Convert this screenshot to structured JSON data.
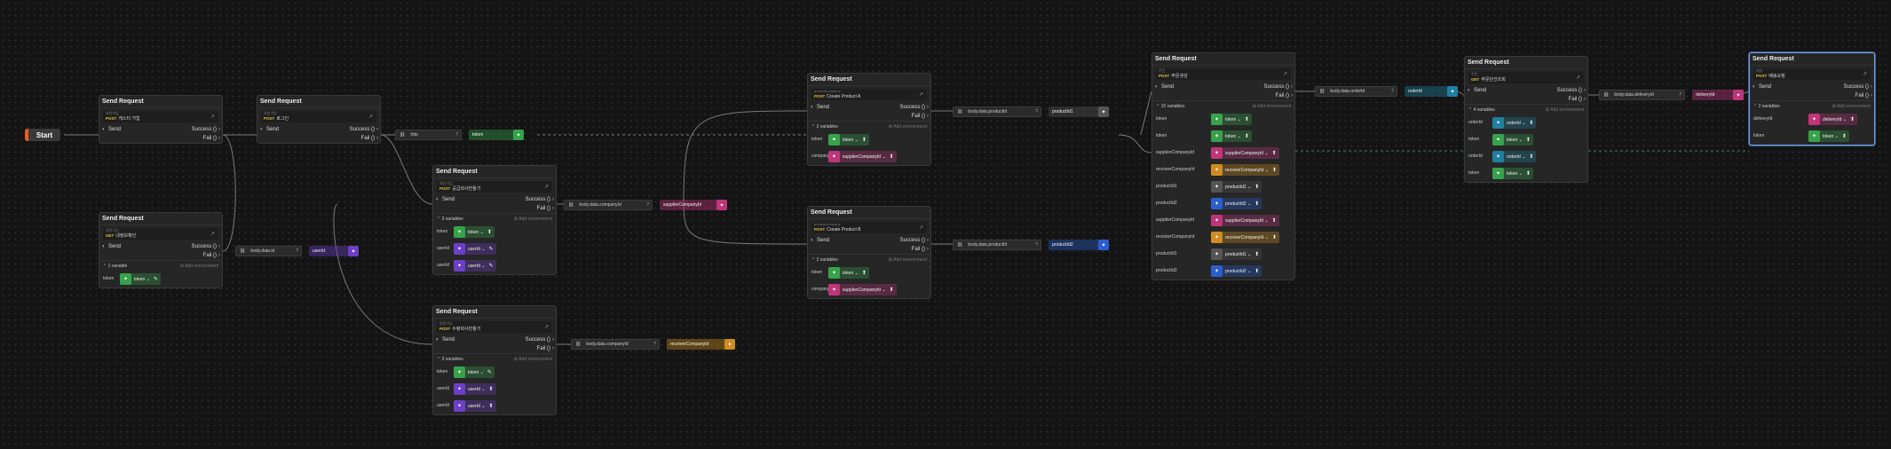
{
  "palette": {
    "green": "#37a24b",
    "purple": "#6c3fc6",
    "pink": "#c0357a",
    "orange": "#d08c1f",
    "teal": "#1f7fa0",
    "blue": "#2b5ed0",
    "gray": "#555555",
    "wire": "#7a7a7a",
    "wire_dash": "#4a7a66",
    "sel": "#7a9fe0"
  },
  "labels": {
    "send": "Send",
    "success": "Success",
    "fail": "Fail",
    "start": "Start",
    "add_env": "Add environment",
    "title": "Send Request"
  },
  "icons": {
    "node_icon": "rocket-icon",
    "link": "link-icon",
    "pin": "pin-icon",
    "edit": "pencil-icon"
  },
  "nodes": [
    {
      "id": "n1",
      "title": "Send Request",
      "group": "회원가입",
      "method": "POST",
      "name": "게스터 가입",
      "vars_label": "",
      "vars": []
    },
    {
      "id": "n2",
      "title": "Send Request",
      "group": "회원가입",
      "method": "POST",
      "name": "로그인",
      "vars_label": "",
      "vars": []
    },
    {
      "id": "n3",
      "title": "Send Request",
      "group": "회원가입",
      "method": "GET",
      "name": "내정보확인",
      "vars_label": "1 variable",
      "vars": [
        {
          "name": "token",
          "value": "token",
          "color": "green",
          "pin": "edit"
        }
      ]
    },
    {
      "id": "n4",
      "title": "Send Request",
      "group": "회원가입",
      "method": "POST",
      "name": "공급회사만들기",
      "vars_label": "3 variables",
      "vars": [
        {
          "name": "token",
          "value": "token",
          "color": "green",
          "pin": "pin"
        },
        {
          "name": "userId",
          "value": "userId",
          "color": "purple",
          "pin": "edit"
        },
        {
          "name": "userId",
          "value": "userId",
          "color": "purple",
          "pin": "edit"
        }
      ]
    },
    {
      "id": "n5",
      "title": "Send Request",
      "group": "회원가입",
      "method": "POST",
      "name": "수령회사만들기",
      "vars_label": "3 variables",
      "vars": [
        {
          "name": "token",
          "value": "token",
          "color": "green",
          "pin": "edit"
        },
        {
          "name": "userId",
          "value": "userId",
          "color": "purple",
          "pin": "pin"
        },
        {
          "name": "userId",
          "value": "userId",
          "color": "purple",
          "pin": "pin"
        }
      ]
    },
    {
      "id": "n6",
      "title": "Send Request",
      "group": "productcompany",
      "method": "POST",
      "name": "Create Product A",
      "vars_label": "2 variables",
      "vars": [
        {
          "name": "token",
          "value": "token",
          "color": "green",
          "pin": "pin"
        },
        {
          "name": "companyId",
          "value": "supplierCompanyId",
          "color": "pink",
          "pin": "pin"
        }
      ]
    },
    {
      "id": "n7",
      "title": "Send Request",
      "group": "productcompany",
      "method": "POST",
      "name": "Create Product B",
      "vars_label": "2 variables",
      "vars": [
        {
          "name": "token",
          "value": "token",
          "color": "green",
          "pin": "pin"
        },
        {
          "name": "companyId",
          "value": "supplierCompanyId",
          "color": "pink",
          "pin": "pin"
        }
      ]
    },
    {
      "id": "n8",
      "title": "Send Request",
      "group": "주문",
      "method": "POST",
      "name": "주문생성",
      "vars_label": "10 variables",
      "vars": [
        {
          "name": "token",
          "value": "token",
          "color": "green",
          "pin": "pin"
        },
        {
          "name": "token",
          "value": "token",
          "color": "green",
          "pin": "pin"
        },
        {
          "name": "supplierCompanyId",
          "value": "supplierCompanyId",
          "color": "pink",
          "pin": "pin"
        },
        {
          "name": "receiverCompanyId",
          "value": "receiverCompanyId",
          "color": "orange",
          "pin": "pin"
        },
        {
          "name": "productId1",
          "value": "productId1",
          "color": "gray",
          "pin": "pin"
        },
        {
          "name": "productId2",
          "value": "productId2",
          "color": "blue",
          "pin": "pin"
        },
        {
          "name": "supplierCompanyId",
          "value": "supplierCompanyId",
          "color": "pink",
          "pin": "pin"
        },
        {
          "name": "receiverCompanyId",
          "value": "receiverCompanyId",
          "color": "orange",
          "pin": "pin"
        },
        {
          "name": "productId1",
          "value": "productId1",
          "color": "gray",
          "pin": "pin"
        },
        {
          "name": "productId2",
          "value": "productId2",
          "color": "blue",
          "pin": "pin"
        }
      ]
    },
    {
      "id": "n9",
      "title": "Send Request",
      "group": "주문",
      "method": "GET",
      "name": "주문단건조회",
      "vars_label": "4 variables",
      "vars": [
        {
          "name": "orderId",
          "value": "orderId",
          "color": "teal",
          "pin": "pin"
        },
        {
          "name": "token",
          "value": "token",
          "color": "green",
          "pin": "pin"
        },
        {
          "name": "orderId",
          "value": "orderId",
          "color": "teal",
          "pin": "pin"
        },
        {
          "name": "token",
          "value": "token",
          "color": "green",
          "pin": "pin"
        }
      ]
    },
    {
      "id": "n10",
      "title": "Send Request",
      "group": "배송",
      "method": "POST",
      "name": "배송요청",
      "vars_label": "2 variables",
      "vars": [
        {
          "name": "deliveryId",
          "value": "deliveryId",
          "color": "pink",
          "pin": "pin"
        },
        {
          "name": "token",
          "value": "token",
          "color": "green",
          "pin": "pin"
        }
      ]
    }
  ],
  "extractions": [
    {
      "id": "e1",
      "path": "http",
      "var": "token",
      "color": "green"
    },
    {
      "id": "e2",
      "path": "body.data.id",
      "var": "userId",
      "color": "purple"
    },
    {
      "id": "e3",
      "path": "body.data.companyId",
      "var": "supplierCompanyId",
      "color": "pink"
    },
    {
      "id": "e4",
      "path": "body.data.companyId",
      "var": "receiverCompanyId",
      "color": "orange"
    },
    {
      "id": "e5",
      "path": "body.data.productId",
      "var": "productId1",
      "color": "gray"
    },
    {
      "id": "e6",
      "path": "body.data.productId",
      "var": "productId2",
      "color": "blue"
    },
    {
      "id": "e7",
      "path": "body.data.orderId",
      "var": "orderId",
      "color": "teal"
    },
    {
      "id": "e8",
      "path": "body.data.deliveryId",
      "var": "deliveryId",
      "color": "pink"
    }
  ]
}
